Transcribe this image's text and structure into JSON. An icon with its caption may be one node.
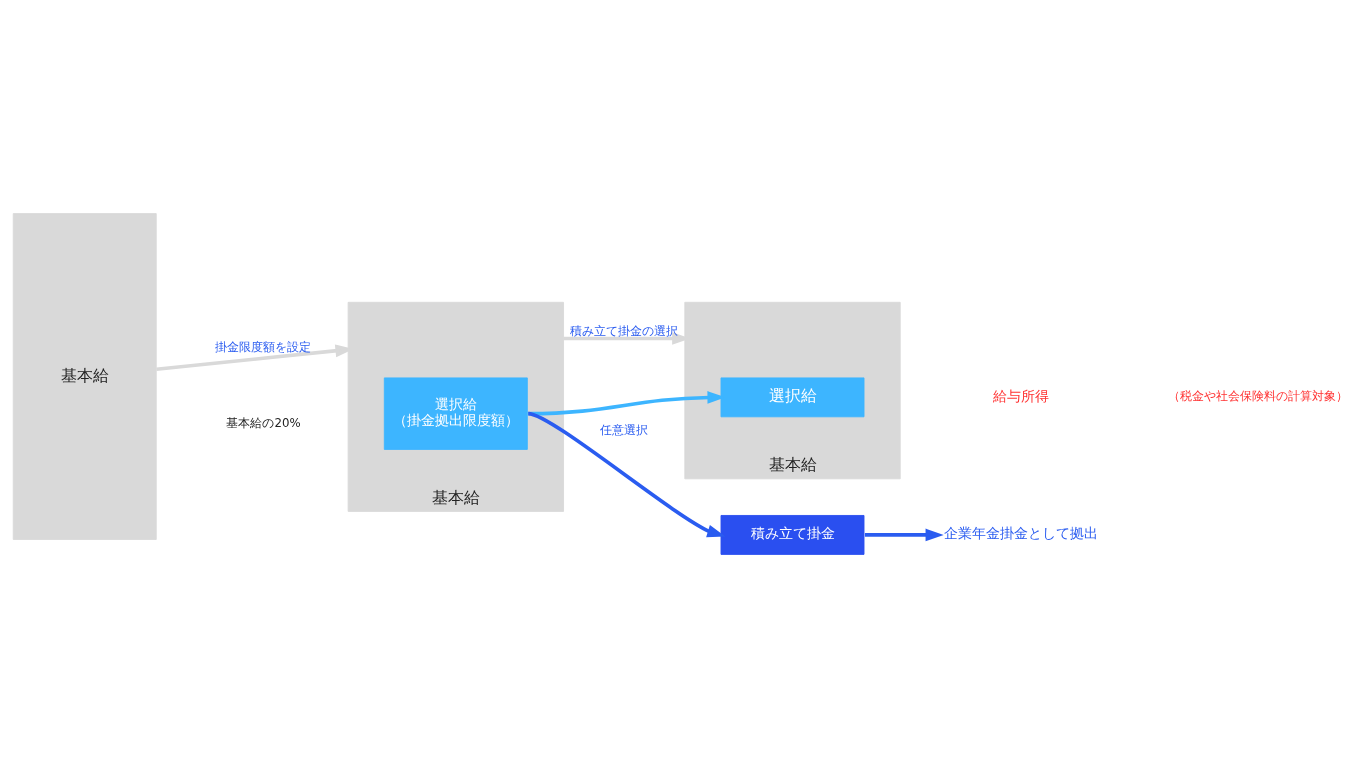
{
  "diagram": {
    "nodes": [
      {
        "text": [
          "基本給"
        ]
      },
      {
        "text": [
          "基本給"
        ]
      },
      {
        "text": [
          "選択給",
          "（掛金拠出限度額）"
        ],
        "in": 1
      },
      {
        "text": [
          "基本給"
        ]
      },
      {
        "text": [
          "選択給"
        ],
        "in": 3
      },
      {
        "text": [
          "積み立て掛金"
        ]
      },
      {
        "text": [
          "企業年金掛金として拠出"
        ]
      }
    ],
    "edges": [
      {
        "from": 0,
        "to": 1,
        "arrow": "to",
        "label": "掛金限度額を設定",
        "color": "#d9d9d9"
      },
      {
        "from": 1,
        "to": 3,
        "arrow": "to",
        "label": "積み立て掛金の選択",
        "color": "#d9d9d9"
      },
      {
        "from": 2,
        "to": 5,
        "arrow": "to",
        "label": "任意選択",
        "color": "#2a5cf0"
      },
      {
        "from": 2,
        "to": 4,
        "arrow": "to",
        "color": "#3db5ff"
      },
      {
        "from": 5,
        "to": 6,
        "arrow": "to",
        "color": "#2a5cf0"
      }
    ],
    "labels": [
      "基本給の20%",
      "給与所得",
      "（税金や社会保険料の計算対象）"
    ]
  }
}
